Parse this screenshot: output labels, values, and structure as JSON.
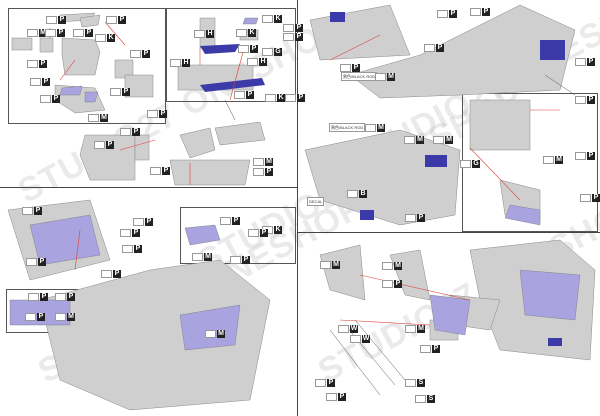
{
  "watermark": "STUDIO27 ONESHOP",
  "colors": {
    "part_gray": "#cfcfcf",
    "part_purple": "#a9a3e0",
    "part_blue": "#3c3aa8",
    "arrow_red": "#e0403a",
    "frame": "#555555"
  },
  "notes": {
    "black_rod": "黒色/BLACK ROD",
    "black_rod_2": "黒色/BLACK ROD",
    "decal": "DECAL"
  },
  "callouts": [
    "P",
    "P",
    "M",
    "P",
    "P",
    "K",
    "P",
    "P",
    "P",
    "P",
    "P",
    "M",
    "P",
    "K",
    "H",
    "K",
    "G",
    "P",
    "P",
    "P",
    "H",
    "H",
    "P",
    "K",
    "P",
    "P",
    "P",
    "P",
    "M",
    "P",
    "P",
    "P",
    "P",
    "P",
    "M",
    "P",
    "P",
    "P",
    "M",
    "P",
    "M",
    "M",
    "M",
    "G",
    "B",
    "P",
    "P",
    "P",
    "P",
    "P",
    "P",
    "P",
    "P",
    "K",
    "P",
    "M",
    "P",
    "M",
    "P",
    "P",
    "P",
    "M",
    "M",
    "M",
    "P",
    "W",
    "W",
    "M",
    "P",
    "S",
    "S",
    "P",
    "P"
  ]
}
